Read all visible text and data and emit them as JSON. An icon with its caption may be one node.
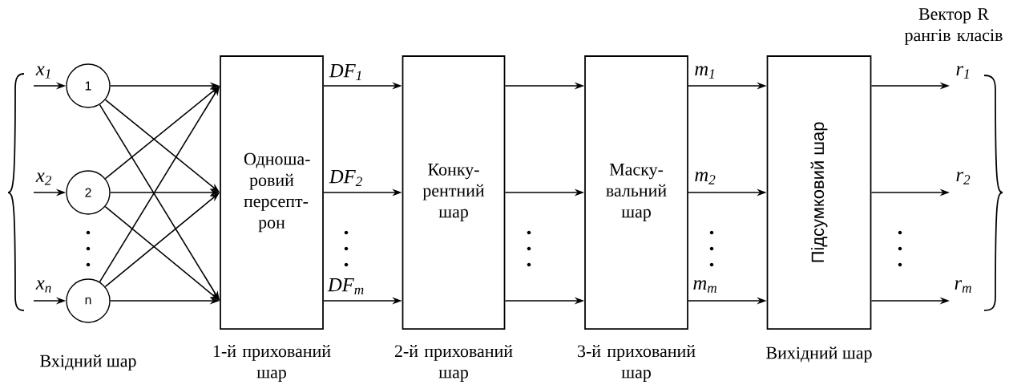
{
  "diagram": {
    "nodes": [
      {
        "text": [
          "1"
        ]
      },
      {
        "text": [
          "2"
        ]
      },
      {
        "text": [
          "n"
        ]
      },
      {
        "text": [
          "Одноша- ровий персепт- рон"
        ],
        "beside": [
          "1-й прихований шар"
        ]
      },
      {
        "text": [
          "Конку- рентний шар"
        ],
        "beside": [
          "2-й прихований шар"
        ]
      },
      {
        "text": [
          "Маску- вальний шар"
        ],
        "beside": [
          "3-й прихований шар"
        ]
      },
      {
        "text": [
          "Підсумковий шар"
        ],
        "beside": [
          "Вихідний шар"
        ]
      }
    ],
    "edges": [
      {
        "from": null,
        "to": 0,
        "arrow": "to",
        "label": "x$_{1}$"
      },
      {
        "from": null,
        "to": 1,
        "arrow": "to",
        "label": "x$_{2}$"
      },
      {
        "from": null,
        "to": 2,
        "arrow": "to",
        "label": "x$_{n}$"
      },
      {
        "from": 0,
        "to": 3,
        "arrow": "to"
      },
      {
        "from": 0,
        "to": 3,
        "arrow": "to"
      },
      {
        "from": 0,
        "to": 3,
        "arrow": "to"
      },
      {
        "from": 1,
        "to": 3,
        "arrow": "to"
      },
      {
        "from": 1,
        "to": 3,
        "arrow": "to"
      },
      {
        "from": 1,
        "to": 3,
        "arrow": "to"
      },
      {
        "from": 2,
        "to": 3,
        "arrow": "to"
      },
      {
        "from": 2,
        "to": 3,
        "arrow": "to"
      },
      {
        "from": 2,
        "to": 3,
        "arrow": "to"
      },
      {
        "from": 3,
        "to": 4,
        "arrow": "to",
        "label": "DF$_{1}$"
      },
      {
        "from": 3,
        "to": 4,
        "arrow": "to",
        "label": "DF$_{2}$"
      },
      {
        "from": 3,
        "to": 4,
        "arrow": "to",
        "label": "DF$_{m}$"
      },
      {
        "from": 4,
        "to": 5,
        "arrow": "to"
      },
      {
        "from": 4,
        "to": 5,
        "arrow": "to"
      },
      {
        "from": 4,
        "to": 5,
        "arrow": "to"
      },
      {
        "from": 5,
        "to": 6,
        "arrow": "to",
        "label": "m$_{1}$"
      },
      {
        "from": 5,
        "to": 6,
        "arrow": "to",
        "label": "m$_{2}$"
      },
      {
        "from": 5,
        "to": 6,
        "arrow": "to",
        "label": "m$_{m}$"
      },
      {
        "from": 6,
        "to": null,
        "arrow": "to",
        "label": "r$_{1}$"
      },
      {
        "from": 6,
        "to": null,
        "arrow": "to",
        "label": "r$_{2}$"
      },
      {
        "from": 6,
        "to": null,
        "arrow": "to",
        "label": "r$_{m}$"
      }
    ],
    "labels": [
      "Вектор R рангів класів",
      "Вхідний шар"
    ]
  }
}
